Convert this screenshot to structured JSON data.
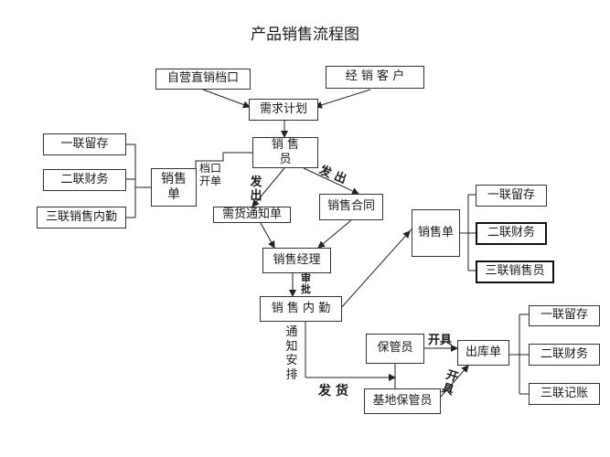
{
  "title": "产品销售流程图",
  "nodes": {
    "self_stall": "自营直销档口",
    "dist_client": "经 销 客 户",
    "demand_plan": "需求计划",
    "salesperson": "销 售\n员",
    "copy1_left": "一联留存",
    "copy2_left": "二联财务",
    "copy3_left": "三联销售内勤",
    "sales_slip": "销售\n单",
    "notice": "需货通知单",
    "contract": "销售合同",
    "manager": "销售经理",
    "internal": "销 售 内 勤",
    "sales_order": "销售单",
    "copy1_mid": "一联留存",
    "copy2_mid": "二联财务",
    "copy3_mid": "三联销售员",
    "keeper": "保管员",
    "base_keeper": "基地保管员",
    "outbound": "出库单",
    "copy1_right": "一联留存",
    "copy2_right": "二联财务",
    "copy3_right": "三联记账"
  },
  "labels": {
    "stall_issue": "档口\n开单",
    "issue_right": "发 出",
    "issue_left": "发出",
    "approve": "审批",
    "notify": "通知安排",
    "ship": "发 货",
    "open_keeper": "开具",
    "open_base": "开具"
  }
}
